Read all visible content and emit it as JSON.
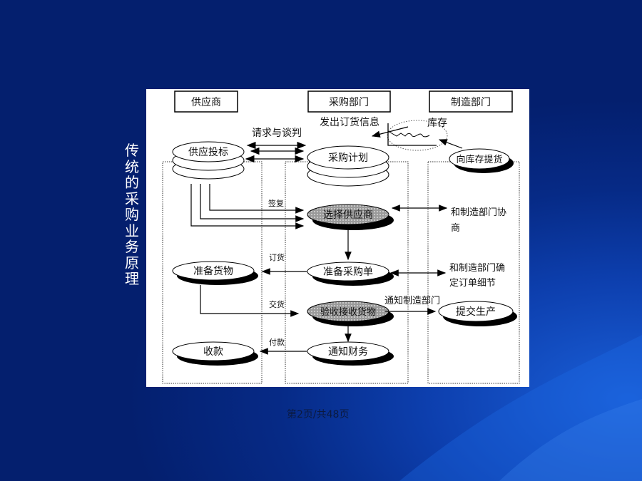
{
  "slide": {
    "vertical_title": "传统的采购业务原理",
    "footer": "第2页/共48页"
  },
  "diagram": {
    "lanes": {
      "supplier": "供应商",
      "purchasing": "采购部门",
      "manufacturing": "制造部门"
    },
    "nodes": {
      "bid": "供应投标",
      "plan": "采购计划",
      "pickup": "向库存提货",
      "inventory": "库存",
      "select": "选择供应商",
      "prepare_goods": "准备货物",
      "prepare_po": "准备采购单",
      "inspect": "验收接收货物",
      "submit": "提交生产",
      "collect": "收款",
      "notify_finance": "通知财务"
    },
    "labels": {
      "order_info": "发出订货信息",
      "negotiate": "请求与谈判",
      "reply": "签复",
      "consult_1": "和制造部门协",
      "consult_2": "商",
      "order": "订货",
      "confirm_1": "和制造部门确",
      "confirm_2": "定订单细节",
      "deliver": "交货",
      "notify_mfg": "通知制造部门",
      "pay": "付款"
    }
  }
}
